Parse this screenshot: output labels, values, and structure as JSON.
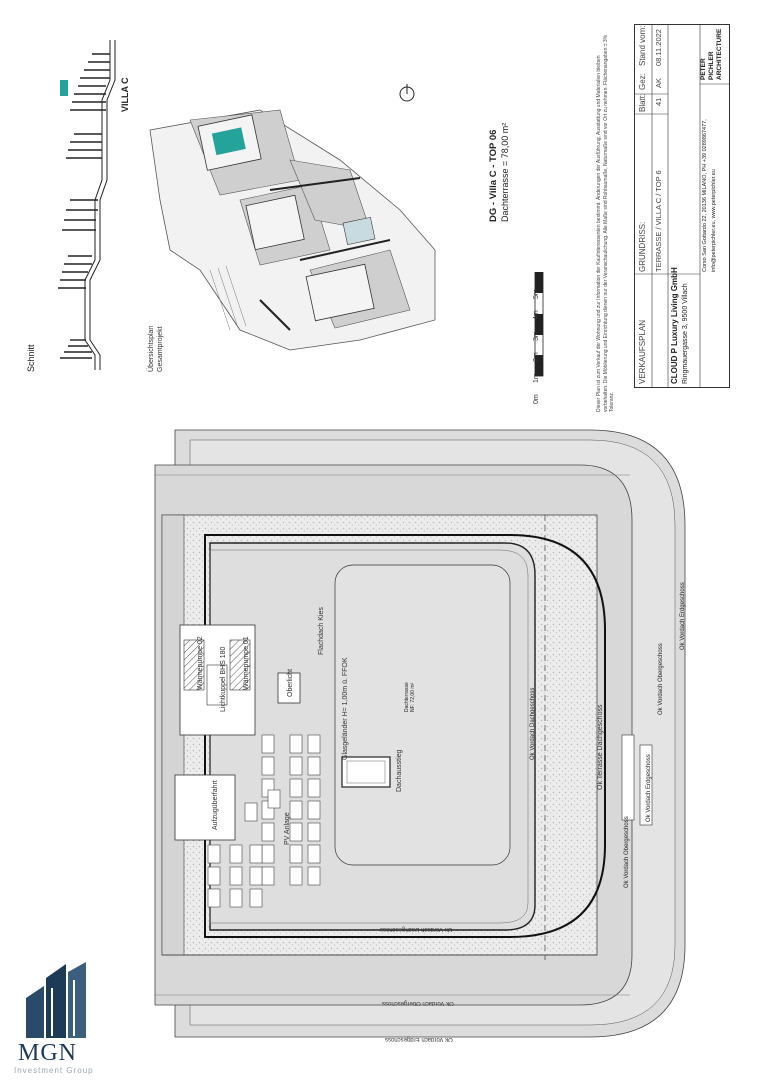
{
  "section": {
    "label": "Schnitt",
    "villa_label": "VILLA C"
  },
  "overview": {
    "label_line1": "Übersichtsplan",
    "label_line2": "Gesamtprojekt"
  },
  "title": {
    "main": "DG - Villa C - TOP 06",
    "sub": "Dachterrasse = 78,00 m²"
  },
  "scale": {
    "ticks": [
      "0m",
      "1m",
      "2m",
      "3m",
      "4m",
      "5m"
    ]
  },
  "disclaimer": "Dieser Plan ist zum Verkauf der Wohnung und zur Information der Kaufinteressenten bestimmt. Änderungen der Ausführung, Ausstattung und Materialien bleiben vorbehalten. Die Möblierung und Einrichtung dienen nur der Veranschaulichung. Alle Maße sind Rohbaumaße, Naturmaße sind vor Ort zu nehmen. Flächenangaben ± 3% Toleranz.",
  "title_block": {
    "plan_type": "VERKAUFSPLAN",
    "grundriss_label": "GRUNDRISS:",
    "grundriss_value": "TERRASSE / VILLA C / TOP 6",
    "blatt_label": "Blatt:",
    "blatt_value": "41",
    "gez_label": "Gez:",
    "gez_value": "AK",
    "stand_label": "Stand vom:",
    "stand_value": "08.11.2022",
    "client_name": "CLOUD P Luxury Living GmbH",
    "client_address": "Ringmauergasse 3, 9500 Villach",
    "architect_address": "Corso San Gottardo 22, 20136 MILANO, PH +39 0289867477,",
    "architect_contact": "info@peterpichler.eu, www.peterpichler.eu",
    "architect_line1": "PETER",
    "architect_line2": "PICHLER",
    "architect_line3": "ARCHITECTURE"
  },
  "plan_labels": {
    "aufzug": "Aufzugüberfahrt",
    "waermepumpe1": "Wärmepumpe 01",
    "waermepumpe2": "Wärmepumpe 02",
    "lichtkuppel": "Lichtkuppel BHS 180",
    "oberlicht": "Oberlicht",
    "flachdach": "Flachdach Kies",
    "glasgelaender": "Glasgeländer H= 1,00m ü. FFOK",
    "pv": "PV Anlage",
    "dachausstieg": "Dachausstieg",
    "dachterrasse": "Dachterrasse",
    "dachterrasse_area": "NF: 72,00 m²",
    "ok_terrasse": "Ok Terrasse Dachgeschoss",
    "ok_vordach_dg": "Ok Vordach Dachgeschoss",
    "ok_vordach_og": "Ok Vordach Obergeschoss",
    "ok_vordach_eg": "Ok Vordach Erdgeschoss"
  },
  "logo": {
    "name": "MGN",
    "tagline": "Investment Group"
  },
  "colors": {
    "teal": "#23a39a",
    "navy": "#1d3b57",
    "gravel": "#e7e7e7",
    "roof": "#dcdcdc"
  }
}
